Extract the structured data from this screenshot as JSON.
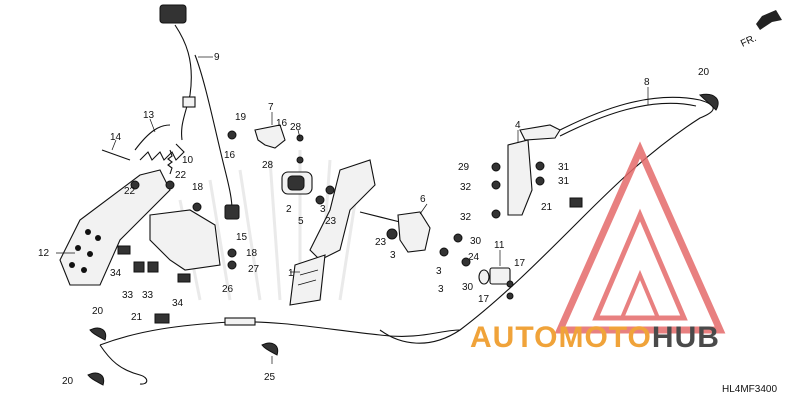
{
  "direction_label": "FR.",
  "diagram_code": "HL4MF3400",
  "watermark": {
    "prefix": "AUTOMOTO",
    "suffix": "HUB",
    "prefix_color": "#f0a33a",
    "suffix_color": "#4a4a4a",
    "logo_color": "#e56a6a"
  },
  "callouts": [
    "1",
    "2",
    "3",
    "3",
    "3",
    "3",
    "4",
    "5",
    "6",
    "7",
    "8",
    "9",
    "10",
    "11",
    "12",
    "13",
    "14",
    "15",
    "16",
    "16",
    "17",
    "17",
    "18",
    "18",
    "19",
    "20",
    "20",
    "20",
    "21",
    "21",
    "22",
    "22",
    "23",
    "23",
    "24",
    "25",
    "26",
    "27",
    "28",
    "28",
    "29",
    "30",
    "30",
    "31",
    "31",
    "32",
    "32",
    "33",
    "33",
    "34",
    "34"
  ]
}
